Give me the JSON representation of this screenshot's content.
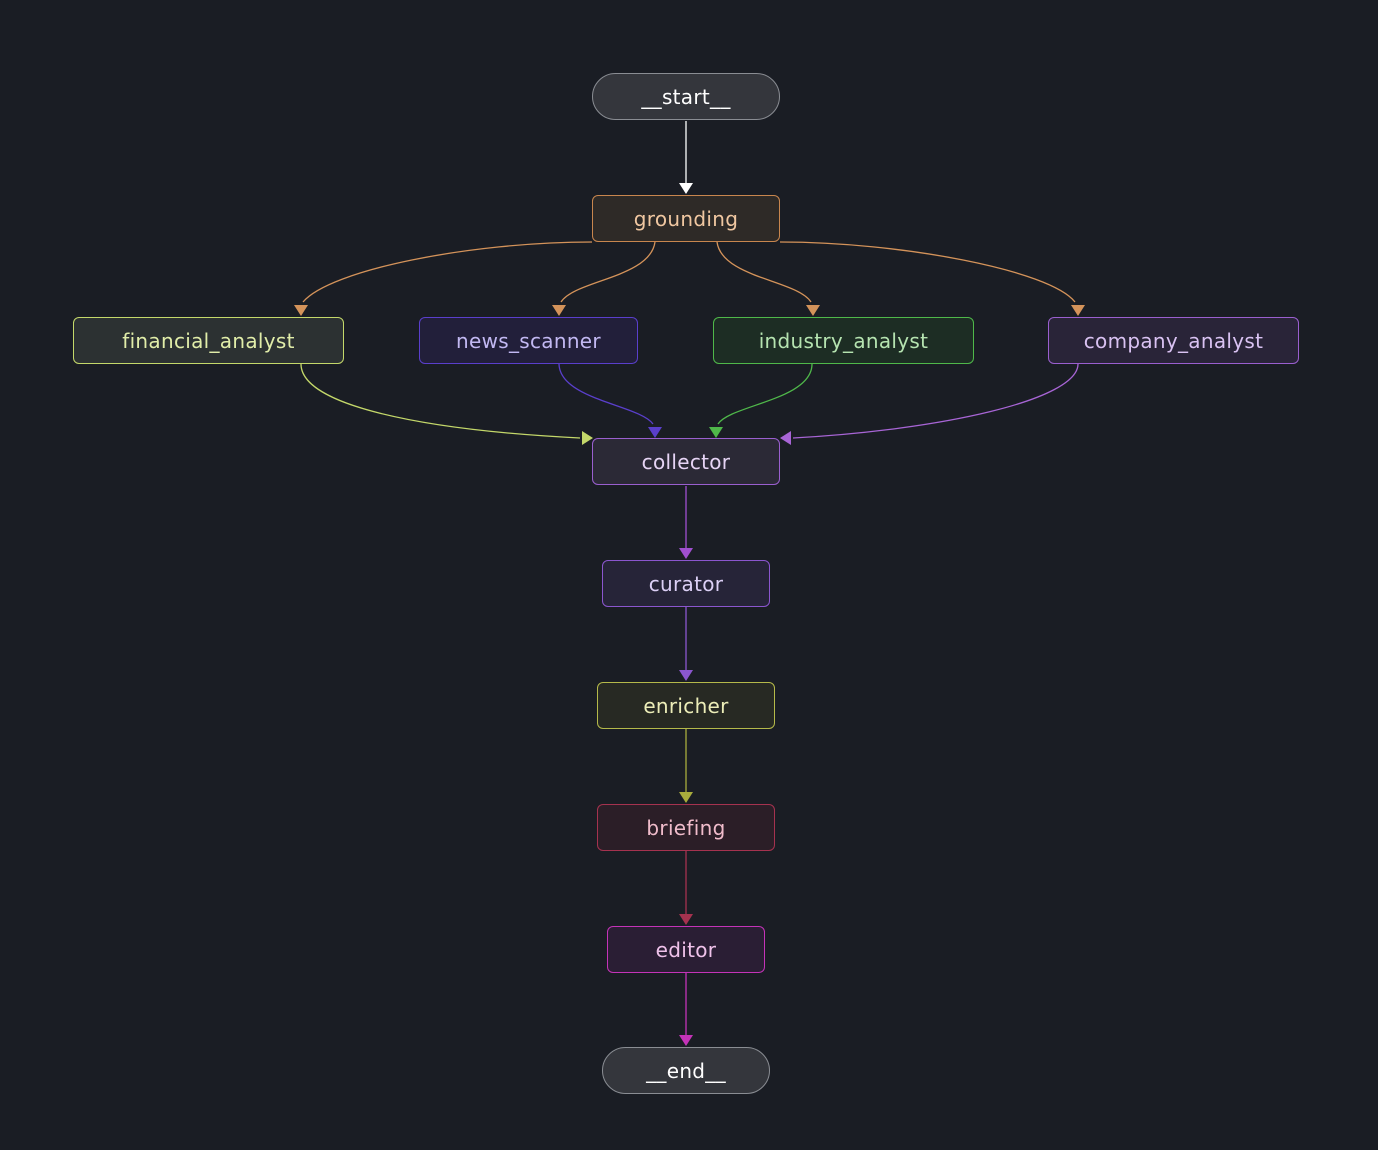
{
  "nodes": {
    "start": {
      "label": "__start__",
      "border": "#8a8d93",
      "fill": "#34363c",
      "text": "#ffffff"
    },
    "grounding": {
      "label": "grounding",
      "border": "#c8864e",
      "fill": "#2e2a27",
      "text": "#f0c7a1"
    },
    "financial": {
      "label": "financial_analyst",
      "border": "#c4d86a",
      "fill": "#2c3132",
      "text": "#e1eda9"
    },
    "news": {
      "label": "news_scanner",
      "border": "#5a3fcc",
      "fill": "#221f3a",
      "text": "#c2b8f2"
    },
    "industry": {
      "label": "industry_analyst",
      "border": "#4fb84a",
      "fill": "#1d2d24",
      "text": "#b5e3b0"
    },
    "company": {
      "label": "company_analyst",
      "border": "#9a5fcf",
      "fill": "#292438",
      "text": "#d9c2f2"
    },
    "collector": {
      "label": "collector",
      "border": "#9a5fcf",
      "fill": "#2b2936",
      "text": "#e6d4f5"
    },
    "curator": {
      "label": "curator",
      "border": "#8b56cf",
      "fill": "#262438",
      "text": "#dcd0f6"
    },
    "enricher": {
      "label": "enricher",
      "border": "#b5b94a",
      "fill": "#272923",
      "text": "#ecedb8"
    },
    "briefing": {
      "label": "briefing",
      "border": "#a5324f",
      "fill": "#2b1e27",
      "text": "#f0bccb"
    },
    "editor": {
      "label": "editor",
      "border": "#c433b8",
      "fill": "#2a1e34",
      "text": "#efc2ea"
    },
    "end": {
      "label": "__end__",
      "border": "#8a8d93",
      "fill": "#34363c",
      "text": "#ffffff"
    }
  },
  "edges": [
    {
      "from": "start",
      "to": "grounding",
      "color": "#ffffff"
    },
    {
      "from": "grounding",
      "to": "financial",
      "color": "#d4935a"
    },
    {
      "from": "grounding",
      "to": "news",
      "color": "#d4935a"
    },
    {
      "from": "grounding",
      "to": "industry",
      "color": "#d4935a"
    },
    {
      "from": "grounding",
      "to": "company",
      "color": "#d4935a"
    },
    {
      "from": "financial",
      "to": "collector",
      "color": "#c4d86a"
    },
    {
      "from": "news",
      "to": "collector",
      "color": "#5a3fcc"
    },
    {
      "from": "industry",
      "to": "collector",
      "color": "#4fb84a"
    },
    {
      "from": "company",
      "to": "collector",
      "color": "#a865d6"
    },
    {
      "from": "collector",
      "to": "curator",
      "color": "#a04fd0"
    },
    {
      "from": "curator",
      "to": "enricher",
      "color": "#8b56cf"
    },
    {
      "from": "enricher",
      "to": "briefing",
      "color": "#a8ac3c"
    },
    {
      "from": "briefing",
      "to": "editor",
      "color": "#a5324f"
    },
    {
      "from": "editor",
      "to": "end",
      "color": "#c433b8"
    }
  ]
}
